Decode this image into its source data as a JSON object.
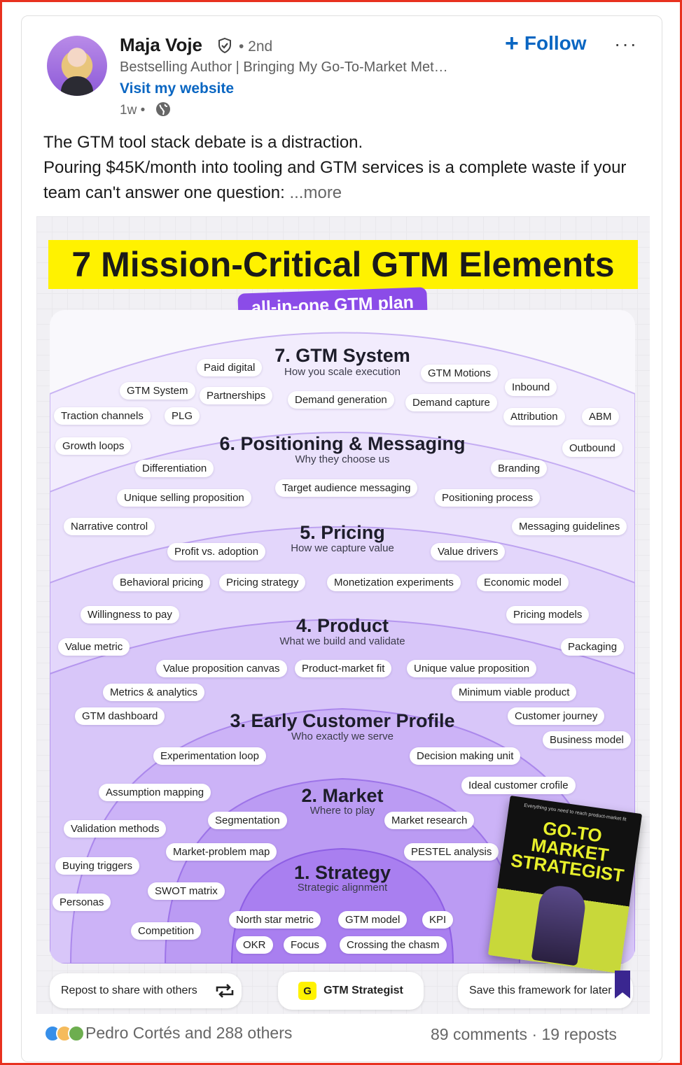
{
  "post": {
    "author_name": "Maja Voje",
    "degree": "• 2nd",
    "headline": "Bestselling Author | Bringing My Go-To-Market Met…",
    "website_label": "Visit my website",
    "time": "1w •",
    "follow_label": "Follow",
    "more_menu": "···",
    "text_line1": "The GTM tool stack debate is a distraction.",
    "text_line2": "Pouring $45K/month into tooling and GTM services is a complete waste if your team can't answer one question: ",
    "see_more": "...more"
  },
  "infographic": {
    "title": "7 Mission-Critical GTM Elements",
    "badge": "all-in-one GTM plan",
    "rings": [
      {
        "title": "7. GTM System",
        "subtitle": "How you scale execution"
      },
      {
        "title": "6. Positioning & Messaging",
        "subtitle": "Why they choose us"
      },
      {
        "title": "5. Pricing",
        "subtitle": "How we capture value"
      },
      {
        "title": "4. Product",
        "subtitle": "What we build and validate"
      },
      {
        "title": "3. Early Customer Profile",
        "subtitle": "Who exactly we serve"
      },
      {
        "title": "2. Market",
        "subtitle": "Where to play"
      },
      {
        "title": "1. Strategy",
        "subtitle": "Strategic alignment"
      }
    ],
    "chips": [
      "Paid digital",
      "GTM Motions",
      "Inbound",
      "GTM System",
      "Partnerships",
      "Demand generation",
      "Demand capture",
      "Traction channels",
      "PLG",
      "Attribution",
      "ABM",
      "Growth loops",
      "Outbound",
      "Differentiation",
      "Branding",
      "Target audience messaging",
      "Unique selling proposition",
      "Positioning process",
      "Narrative control",
      "Messaging guidelines",
      "Profit vs. adoption",
      "Value drivers",
      "Behavioral pricing",
      "Pricing strategy",
      "Monetization experiments",
      "Economic model",
      "Willingness to pay",
      "Pricing models",
      "Value metric",
      "Packaging",
      "Value proposition canvas",
      "Product-market fit",
      "Unique value proposition",
      "Metrics & analytics",
      "Minimum viable product",
      "GTM dashboard",
      "Customer journey",
      "Business model",
      "Experimentation loop",
      "Decision making unit",
      "Ideal customer crofile",
      "Assumption mapping",
      "Segmentation",
      "Market research",
      "Validation methods",
      "Market-problem map",
      "PESTEL analysis",
      "Buying triggers",
      "SWOT matrix",
      "Personas",
      "North star metric",
      "GTM model",
      "KPI",
      "Competition",
      "OKR",
      "Focus",
      "Crossing the chasm"
    ],
    "book": {
      "tagline": "Everything you need to reach product-market fit",
      "title": "GO-TO MARKET STRATEGIST"
    },
    "repost_label": "Repost to share with others",
    "brand_label": "GTM Strategist",
    "brand_icon": "G",
    "save_label": "Save this framework for later",
    "colors": {
      "title_bg": "#fff200",
      "accent": "#8b4ce8",
      "link": "#0a66c2"
    }
  },
  "footer": {
    "reactions_text": "Pedro Cortés and 288 others",
    "counts_text": "89 comments · 19 reposts"
  }
}
